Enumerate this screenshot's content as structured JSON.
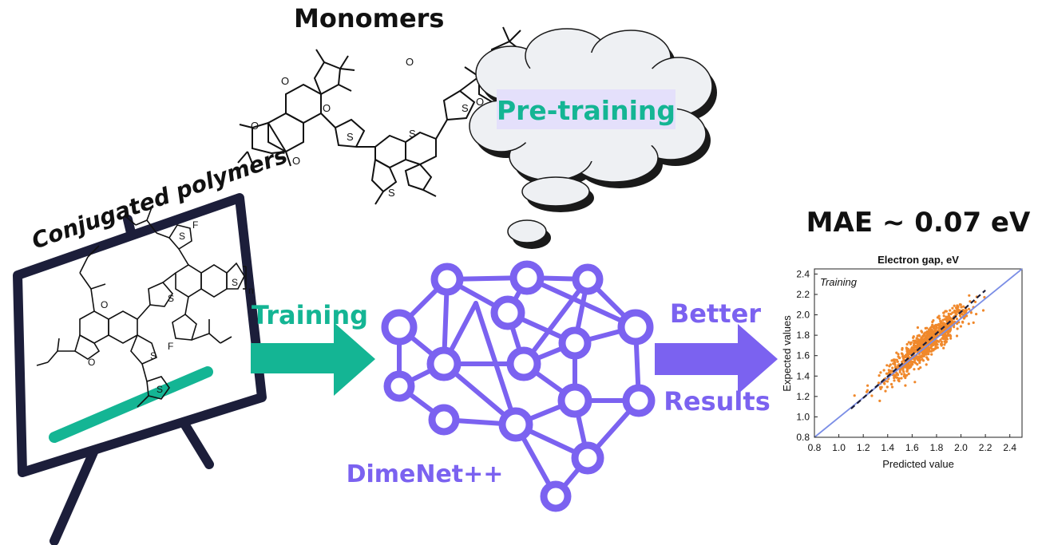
{
  "labels": {
    "monomers": "Monomers",
    "pretraining": "Pre-training",
    "conjugated_polymers": "Conjugated polymers",
    "training": "Training",
    "better": "Better",
    "results": "Results",
    "model": "DimeNet++",
    "mae": "MAE ~ 0.07 eV",
    "polymer_repeat": "n",
    "fluorine": "F",
    "sulfur": "S",
    "oxygen": "O"
  },
  "colors": {
    "teal": "#14b594",
    "purple": "#7b62f0",
    "navy": "#1c1e3a",
    "cloud_fill": "#eef0f3",
    "highlight": "#e4e0fb",
    "scatter": "#f0882b",
    "diagonal": "#7b8ee6",
    "fit_line": "#1c1e3a"
  },
  "chart_data": {
    "type": "scatter",
    "title": "Electron gap, eV",
    "xlabel": "Predicted value",
    "ylabel": "Expected values",
    "annotation": "Training",
    "xlim": [
      0.8,
      2.5
    ],
    "ylim": [
      0.8,
      2.45
    ],
    "xticks": [
      "0.8",
      "1.0",
      "1.2",
      "1.4",
      "1.6",
      "1.8",
      "2.0",
      "2.2",
      "2.4"
    ],
    "yticks": [
      "0.8",
      "1.0",
      "1.2",
      "1.4",
      "1.6",
      "1.8",
      "2.0",
      "2.2",
      "2.4"
    ],
    "grid": false,
    "series": [
      {
        "kind": "points",
        "cloud": {
          "x_range": [
            1.1,
            2.25
          ],
          "center": [
            1.72,
            1.72
          ],
          "spread": 0.07
        }
      }
    ],
    "reference_line": {
      "from": [
        0.8,
        0.8
      ],
      "to": [
        2.5,
        2.5
      ]
    },
    "fit_line": {
      "from": [
        1.1,
        1.08
      ],
      "to": [
        2.2,
        2.24
      ]
    }
  }
}
